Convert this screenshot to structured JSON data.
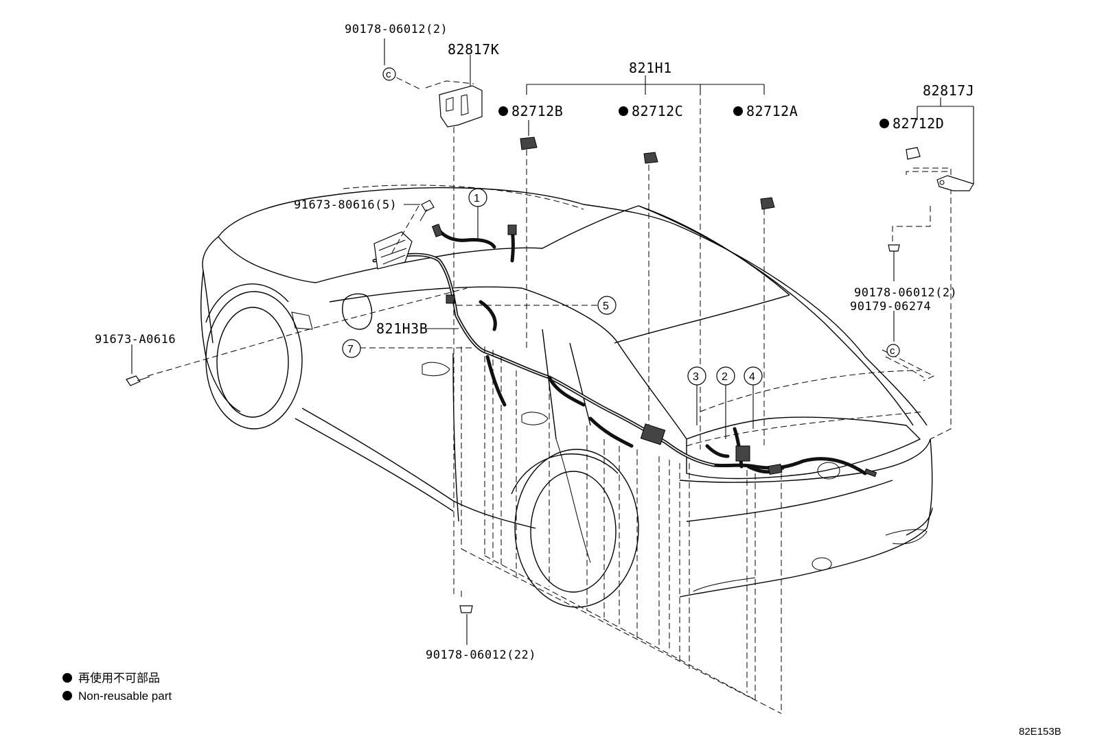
{
  "parts": {
    "clip_top": "90178-06012(2)",
    "bracket_k": "82817K",
    "harness_main": "821H1",
    "conn_b": "82712B",
    "conn_c": "82712C",
    "conn_a": "82712A",
    "bracket_j": "82817J",
    "conn_d": "82712D",
    "bolt_5": "91673-80616(5)",
    "clip_right_1": "90178-06012(2)",
    "clip_right_2": "90179-06274",
    "bolt_a": "91673-A0616",
    "harness_sub": "821H3B",
    "clip_bottom": "90178-06012(22)"
  },
  "callouts": [
    "1",
    "2",
    "3",
    "4",
    "5",
    "7"
  ],
  "legend": {
    "japanese": "再使用不可部品",
    "english": "Non-reusable part"
  },
  "diagram_code": "82E153B"
}
